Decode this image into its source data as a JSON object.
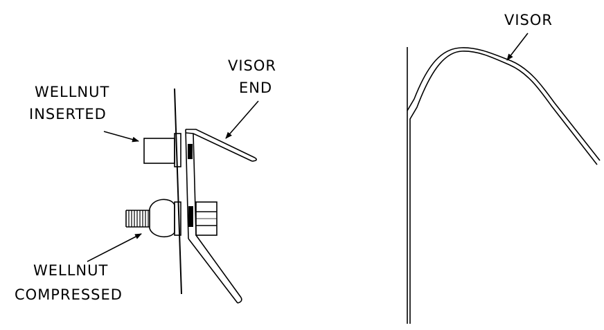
{
  "labels": {
    "wellnut_inserted": [
      "WELLNUT",
      "INSERTED"
    ],
    "visor_end": [
      "VISOR",
      "END"
    ],
    "wellnut_compressed": [
      "WELLNUT",
      "COMPRESSED"
    ],
    "visor": "VISOR"
  },
  "style": {
    "line_color": "#000000",
    "background": "#ffffff"
  }
}
